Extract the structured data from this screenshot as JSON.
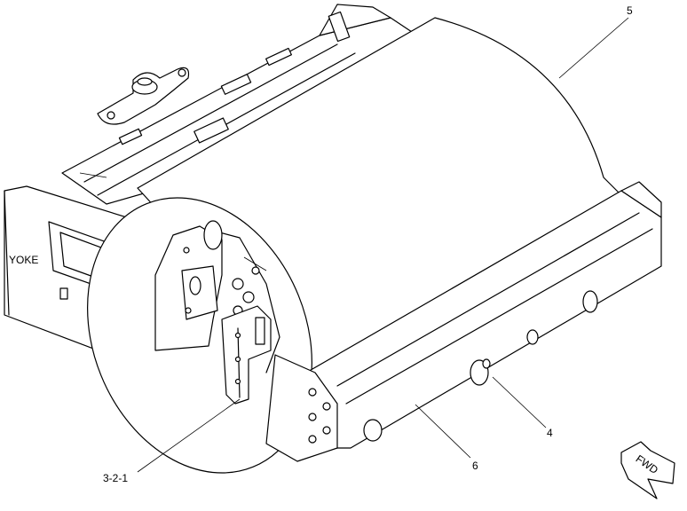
{
  "labels": {
    "yoke": "YOKE",
    "part_5": "5",
    "part_4": "4",
    "part_6": "6",
    "part_3_2_1": "3-2-1",
    "fwd": "FWD"
  }
}
